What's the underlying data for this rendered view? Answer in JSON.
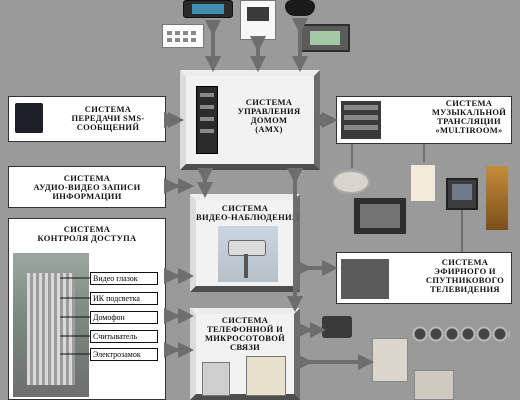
{
  "hub_main": {
    "line1": "СИСТЕМА",
    "line2": "УПРАВЛЕНИЯ",
    "line3": "ДОМОМ",
    "line4": "(AMX)"
  },
  "sms": {
    "line1": "СИСТЕМА",
    "line2": "ПЕРЕДАЧИ SMS-",
    "line3": "СООБЩЕНИЙ"
  },
  "audio_video": {
    "line1": "СИСТЕМА",
    "line2": "АУДИО-ВИДЕО ЗАПИСИ",
    "line3": "ИНФОРМАЦИИ"
  },
  "access": {
    "line1": "СИСТЕМА",
    "line2": "КОНТРОЛЯ ДОСТУПА"
  },
  "video_surv": {
    "line1": "СИСТЕМА",
    "line2": "ВИДЕО-НАБЛЮДЕНИЯ"
  },
  "phone": {
    "line1": "СИСТЕМА",
    "line2": "ТЕЛЕФОННОЙ И",
    "line3": "МИКРОСОТОВОЙ",
    "line4": "СВЯЗИ"
  },
  "multiroom": {
    "line1": "СИСТЕМА",
    "line2": "МУЗЫКАЛЬНОЙ",
    "line3": "ТРАНСЛЯЦИИ",
    "line4": "«MULTIROOM»"
  },
  "tv": {
    "line1": "СИСТЕМА",
    "line2": "ЭФИРНОГО И",
    "line3": "СПУТНИКОВОГО",
    "line4": "ТЕЛЕВИДЕНИЯ"
  },
  "access_tags": [
    "Видео глазок",
    "ИК подсветка",
    "Домофон",
    "Считыватель",
    "Электрозамок"
  ],
  "colors": {
    "background": "#9a9a9a",
    "box": "#ffffff",
    "arrow": "#6e6e6e"
  }
}
